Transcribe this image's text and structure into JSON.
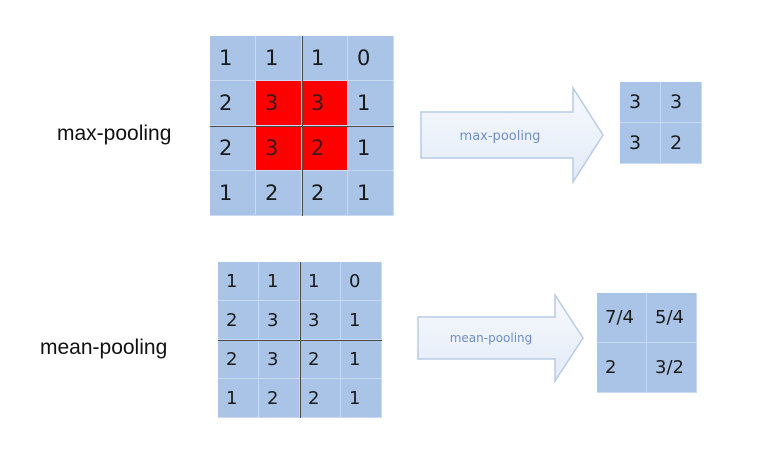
{
  "max_pooling": {
    "label": "max-pooling",
    "arrow_label": "max-pooling",
    "input": [
      [
        "1",
        "1",
        "1",
        "0"
      ],
      [
        "2",
        "3",
        "3",
        "1"
      ],
      [
        "2",
        "3",
        "2",
        "1"
      ],
      [
        "1",
        "2",
        "2",
        "1"
      ]
    ],
    "highlighted_cells": [
      [
        1,
        1
      ],
      [
        1,
        2
      ],
      [
        2,
        1
      ],
      [
        2,
        2
      ]
    ],
    "output": [
      [
        "3",
        "3"
      ],
      [
        "3",
        "2"
      ]
    ]
  },
  "mean_pooling": {
    "label": "mean-pooling",
    "arrow_label": "mean-pooling",
    "input": [
      [
        "1",
        "1",
        "1",
        "0"
      ],
      [
        "2",
        "3",
        "3",
        "1"
      ],
      [
        "2",
        "3",
        "2",
        "1"
      ],
      [
        "1",
        "2",
        "2",
        "1"
      ]
    ],
    "output": [
      [
        "7/4",
        "5/4"
      ],
      [
        "2",
        "3/2"
      ]
    ]
  },
  "colors": {
    "cell": "#a9c4e6",
    "highlight": "#ff0000",
    "arrow_fill": "#eef3fb",
    "arrow_stroke": "#b9cbe6",
    "arrow_text": "#6f8fc2"
  }
}
